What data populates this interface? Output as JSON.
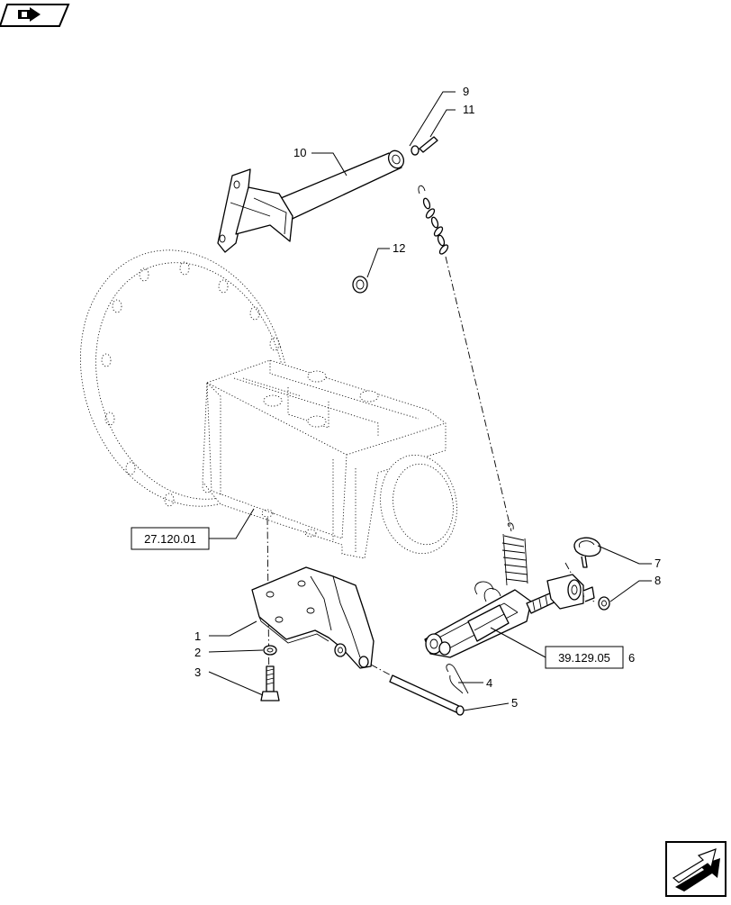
{
  "callouts": {
    "c1": "1",
    "c2": "2",
    "c3": "3",
    "c4": "4",
    "c5": "5",
    "c6": "6",
    "c7": "7",
    "c8": "8",
    "c9": "9",
    "c10": "10",
    "c11": "11",
    "c12": "12"
  },
  "references": {
    "ref_gearbox": "27.120.01",
    "ref_link": "39.129.05"
  },
  "icons": {
    "top_left": "book-arrow-icon",
    "bottom_right": "next-page-arrow-icon"
  },
  "colors": {
    "ink": "#000000",
    "paper": "#ffffff"
  }
}
